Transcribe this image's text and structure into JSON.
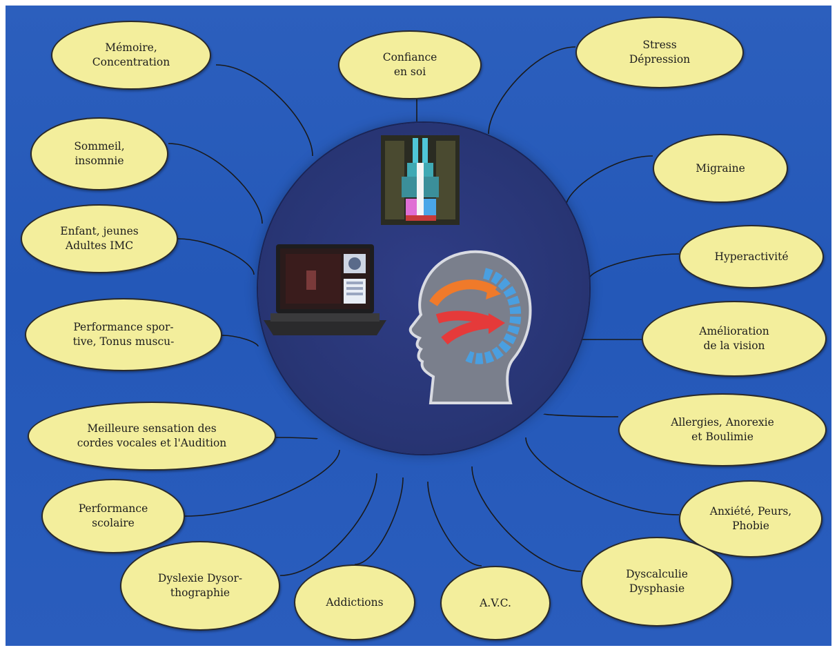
{
  "bubbles": [
    {
      "id": "memoire",
      "lines": [
        "Mémoire,",
        "Concentration"
      ]
    },
    {
      "id": "confiance",
      "lines": [
        "Confiance",
        "en soi"
      ]
    },
    {
      "id": "stress",
      "lines": [
        "Stress",
        "Dépression"
      ]
    },
    {
      "id": "sommeil",
      "lines": [
        "Sommeil,",
        "insomnie"
      ]
    },
    {
      "id": "migraine",
      "lines": [
        "Migraine"
      ]
    },
    {
      "id": "enfant",
      "lines": [
        "Enfant, jeunes",
        "Adultes  IMC"
      ]
    },
    {
      "id": "hyperactivite",
      "lines": [
        "Hyperactivité"
      ]
    },
    {
      "id": "performance-sportive",
      "lines": [
        "Performance spor-",
        "tive, Tonus muscu-"
      ]
    },
    {
      "id": "vision",
      "lines": [
        "Amélioration",
        "de la vision"
      ]
    },
    {
      "id": "cordes-vocales",
      "lines": [
        "Meilleure sensation des",
        "cordes vocales et l'Audition"
      ]
    },
    {
      "id": "allergies",
      "lines": [
        "Allergies, Anorexie",
        "et Boulimie"
      ]
    },
    {
      "id": "performance-scolaire",
      "lines": [
        "Performance",
        "scolaire"
      ]
    },
    {
      "id": "anxiete",
      "lines": [
        "Anxiété, Peurs,",
        "Phobie"
      ]
    },
    {
      "id": "dyslexie",
      "lines": [
        "Dyslexie Dysor-",
        "thographie"
      ]
    },
    {
      "id": "dyscalculie",
      "lines": [
        "Dyscalculie",
        "Dysphasie"
      ]
    },
    {
      "id": "addictions",
      "lines": [
        "Addictions"
      ]
    },
    {
      "id": "avc",
      "lines": [
        "A.V.C."
      ]
    }
  ],
  "colors": {
    "background": "#2a5dbd",
    "bubble_fill": "#f3ee9c",
    "hub": "#283574",
    "connector": "#1a1a1a"
  },
  "icons": [
    "brain-scan-icon",
    "laptop-icon",
    "head-profile-icon"
  ]
}
